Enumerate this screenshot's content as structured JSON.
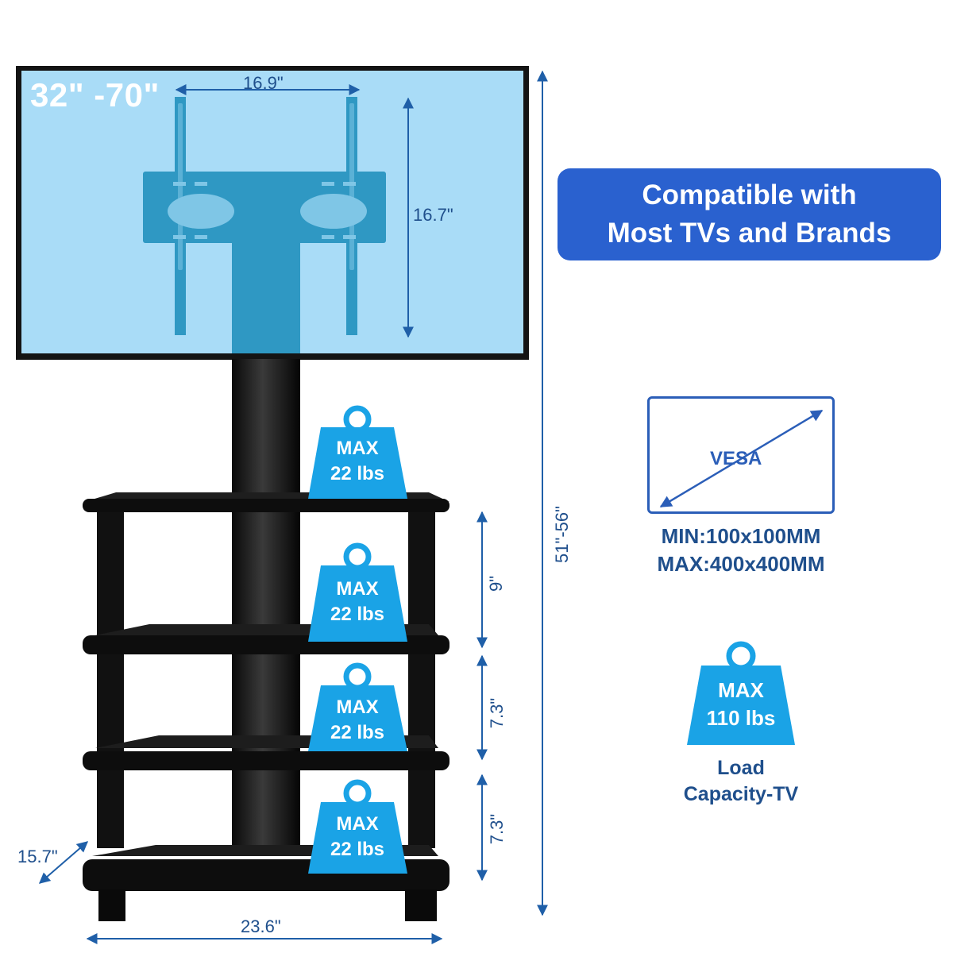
{
  "tv_size": "32\" -70\"",
  "vesa_width": "16.9\"",
  "vesa_height": "16.7\"",
  "compatible": {
    "line1": "Compatible with",
    "line2": "Most TVs and Brands"
  },
  "vesa": {
    "label": "VESA",
    "min": "MIN:100x100MM",
    "max": "MAX:400x400MM"
  },
  "weights": [
    {
      "line1": "MAX",
      "line2": "22 lbs"
    },
    {
      "line1": "MAX",
      "line2": "22 lbs"
    },
    {
      "line1": "MAX",
      "line2": "22 lbs"
    },
    {
      "line1": "MAX",
      "line2": "22 lbs"
    }
  ],
  "total_load": {
    "line1": "MAX",
    "line2": "110 lbs",
    "caption1": "Load",
    "caption2": "Capacity-TV"
  },
  "dimensions": {
    "shelf_gap_1": "9\"",
    "shelf_gap_2": "7.3\"",
    "shelf_gap_3": "7.3\"",
    "total_height": "51\"-56\"",
    "width": "23.6\"",
    "depth": "15.7\""
  },
  "colors": {
    "screen": "#a9dcf7",
    "weight": "#1aa3e6",
    "brand": "#2a61cf",
    "dimension": "#1f4f8c"
  }
}
